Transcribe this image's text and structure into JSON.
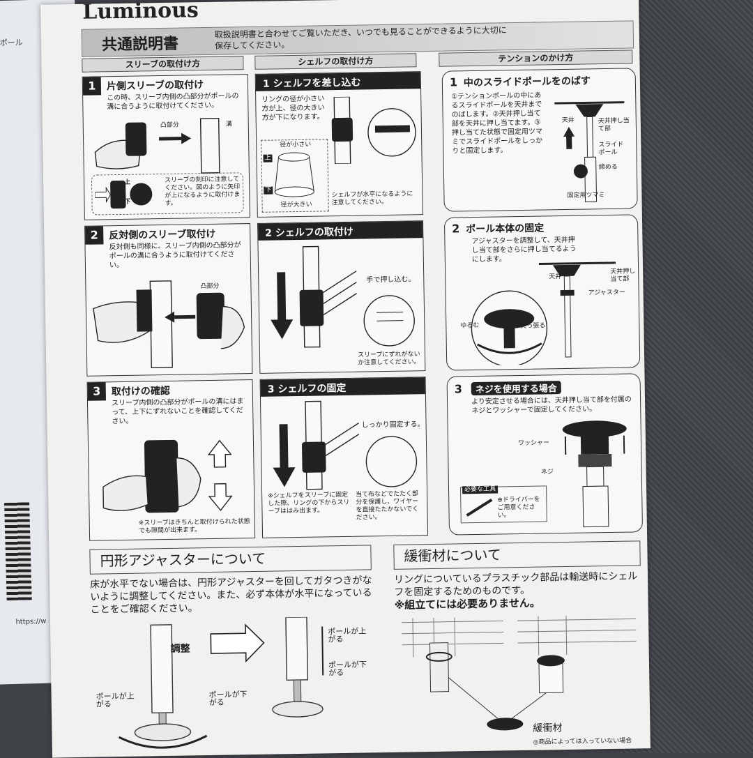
{
  "background": {
    "left_sheet_top_text": "部ポール",
    "left_sheet_bottom_text": "https://w"
  },
  "brand": "Luminous",
  "header": {
    "title": "共通説明書",
    "note": "取扱説明書と合わせてご覧いただき、いつでも見ることができるように大切に保存してください。"
  },
  "columns": {
    "sleeve": {
      "heading": "スリーブの取付け方",
      "steps": [
        {
          "num": "1",
          "title": "片側スリーブの取付け",
          "text": "この時、スリーブ内側の凸部分がポールの溝に合うように取付けてください。",
          "labels": {
            "convex": "凸部分",
            "groove": "溝",
            "note": "スリーブの刻印に注意してください。図のように矢印が上になるように取付けます。",
            "up": "上",
            "down": "下"
          }
        },
        {
          "num": "2",
          "title": "反対側のスリーブ取付け",
          "text": "反対側も同様に、スリーブ内側の凸部分がポールの溝に合うように取付けてください。",
          "labels": {
            "convex": "凸部分"
          }
        },
        {
          "num": "3",
          "title": "取付けの確認",
          "text": "スリーブ内側の凸部分がポールの溝にはまって、上下にずれないことを確認してください。",
          "labels": {
            "note": "※スリーブはきちんと取付けられた状態でも隙間が出来ます。"
          }
        }
      ]
    },
    "shelf": {
      "heading": "シェルフの取付け方",
      "steps": [
        {
          "num": "1",
          "title": "シェルフを差し込む",
          "text": "リングの径が小さい方が上、径の大きい方が下になります。",
          "labels": {
            "small": "径が小さい",
            "large": "径が大きい",
            "up": "上",
            "down": "下",
            "note": "シェルフが水平になるように注意してください。"
          }
        },
        {
          "num": "2",
          "title": "シェルフの取付け",
          "text": "",
          "labels": {
            "press": "手で押し込む。",
            "note": "スリーブにずれがないか注意してください。"
          }
        },
        {
          "num": "3",
          "title": "シェルフの固定",
          "text": "",
          "labels": {
            "fix": "しっかり固定する。",
            "note1": "※シェルフをスリーブに固定した際、リングの下からスリーブははみ出ます。",
            "note2": "当て布などでたたく部分を保護し、ワイヤーを直接たたかないでください。"
          }
        }
      ]
    },
    "tension": {
      "heading": "テンションのかけ方",
      "steps": [
        {
          "num": "1",
          "title": "中のスライドポールをのばす",
          "text": "①テンションポールの中にあるスライドポールを天井までのばします。②天井押し当て部を天井に押し当てます。③押し当てた状態で固定用ツマミでスライドポールをしっかりと固定します。",
          "labels": {
            "ceiling": "天井",
            "pusher": "天井押し当て部",
            "slide": "スライドポール",
            "tighten": "締める",
            "knob": "固定用ツマミ"
          }
        },
        {
          "num": "2",
          "title": "ポール本体の固定",
          "text": "アジャスターを調整して、天井押し当て部をさらに押し当てるようにします。",
          "labels": {
            "ceiling": "天井",
            "pusher": "天井押し当て部",
            "adjuster": "アジャスター",
            "loosen": "ゆるむ",
            "push": "突っ張る"
          }
        },
        {
          "num": "3",
          "title": "ネジを使用する場合",
          "text": "より安定させる場合には、天井押し当て部を付属のネジとワッシャーで固定してください。",
          "labels": {
            "washer": "ワッシャー",
            "screw": "ネジ",
            "tool_title": "必要な工具",
            "tool": "⊕ドライバーをご用意ください。"
          }
        }
      ]
    }
  },
  "bottom": {
    "adjuster": {
      "title": "円形アジャスターについて",
      "text": "床が水平でない場合は、円形アジャスターを回してガタつきがないように調整してください。また、必ず本体が水平になっていることをご確認ください。",
      "adjust": "調整",
      "up": "ポールが上がる",
      "down": "ポールが下がる"
    },
    "cushion": {
      "title": "緩衝材について",
      "text": "リングについているプラスチック部品は輸送時にシェルフを固定するためのものです。",
      "emph": "※組立てには必要ありません。",
      "label": "緩衝材",
      "footnote": "◎商品によっては入っていない場合"
    }
  }
}
